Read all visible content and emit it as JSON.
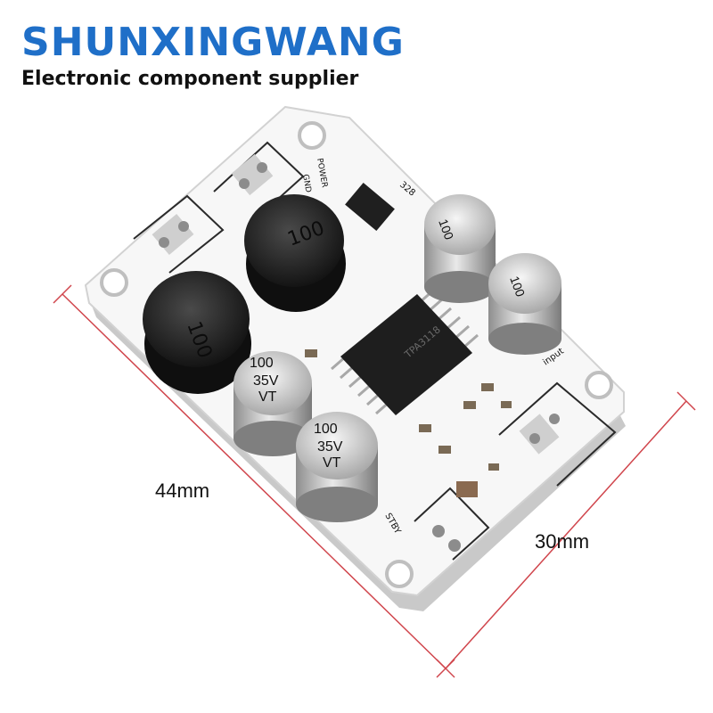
{
  "brand": {
    "name": "SHUNXINGWANG",
    "tagline": "Electronic component supplier"
  },
  "dimensions": {
    "length_label": "44mm",
    "width_label": "30mm"
  },
  "board": {
    "silkscreen": {
      "power": "POWER",
      "gnd": "GND",
      "input": "input",
      "stby": "STBY",
      "chip": "TPA3118",
      "diode": "328"
    },
    "inductor_marking": "100",
    "capacitor_marking": [
      "100",
      "35V",
      "VT"
    ]
  }
}
